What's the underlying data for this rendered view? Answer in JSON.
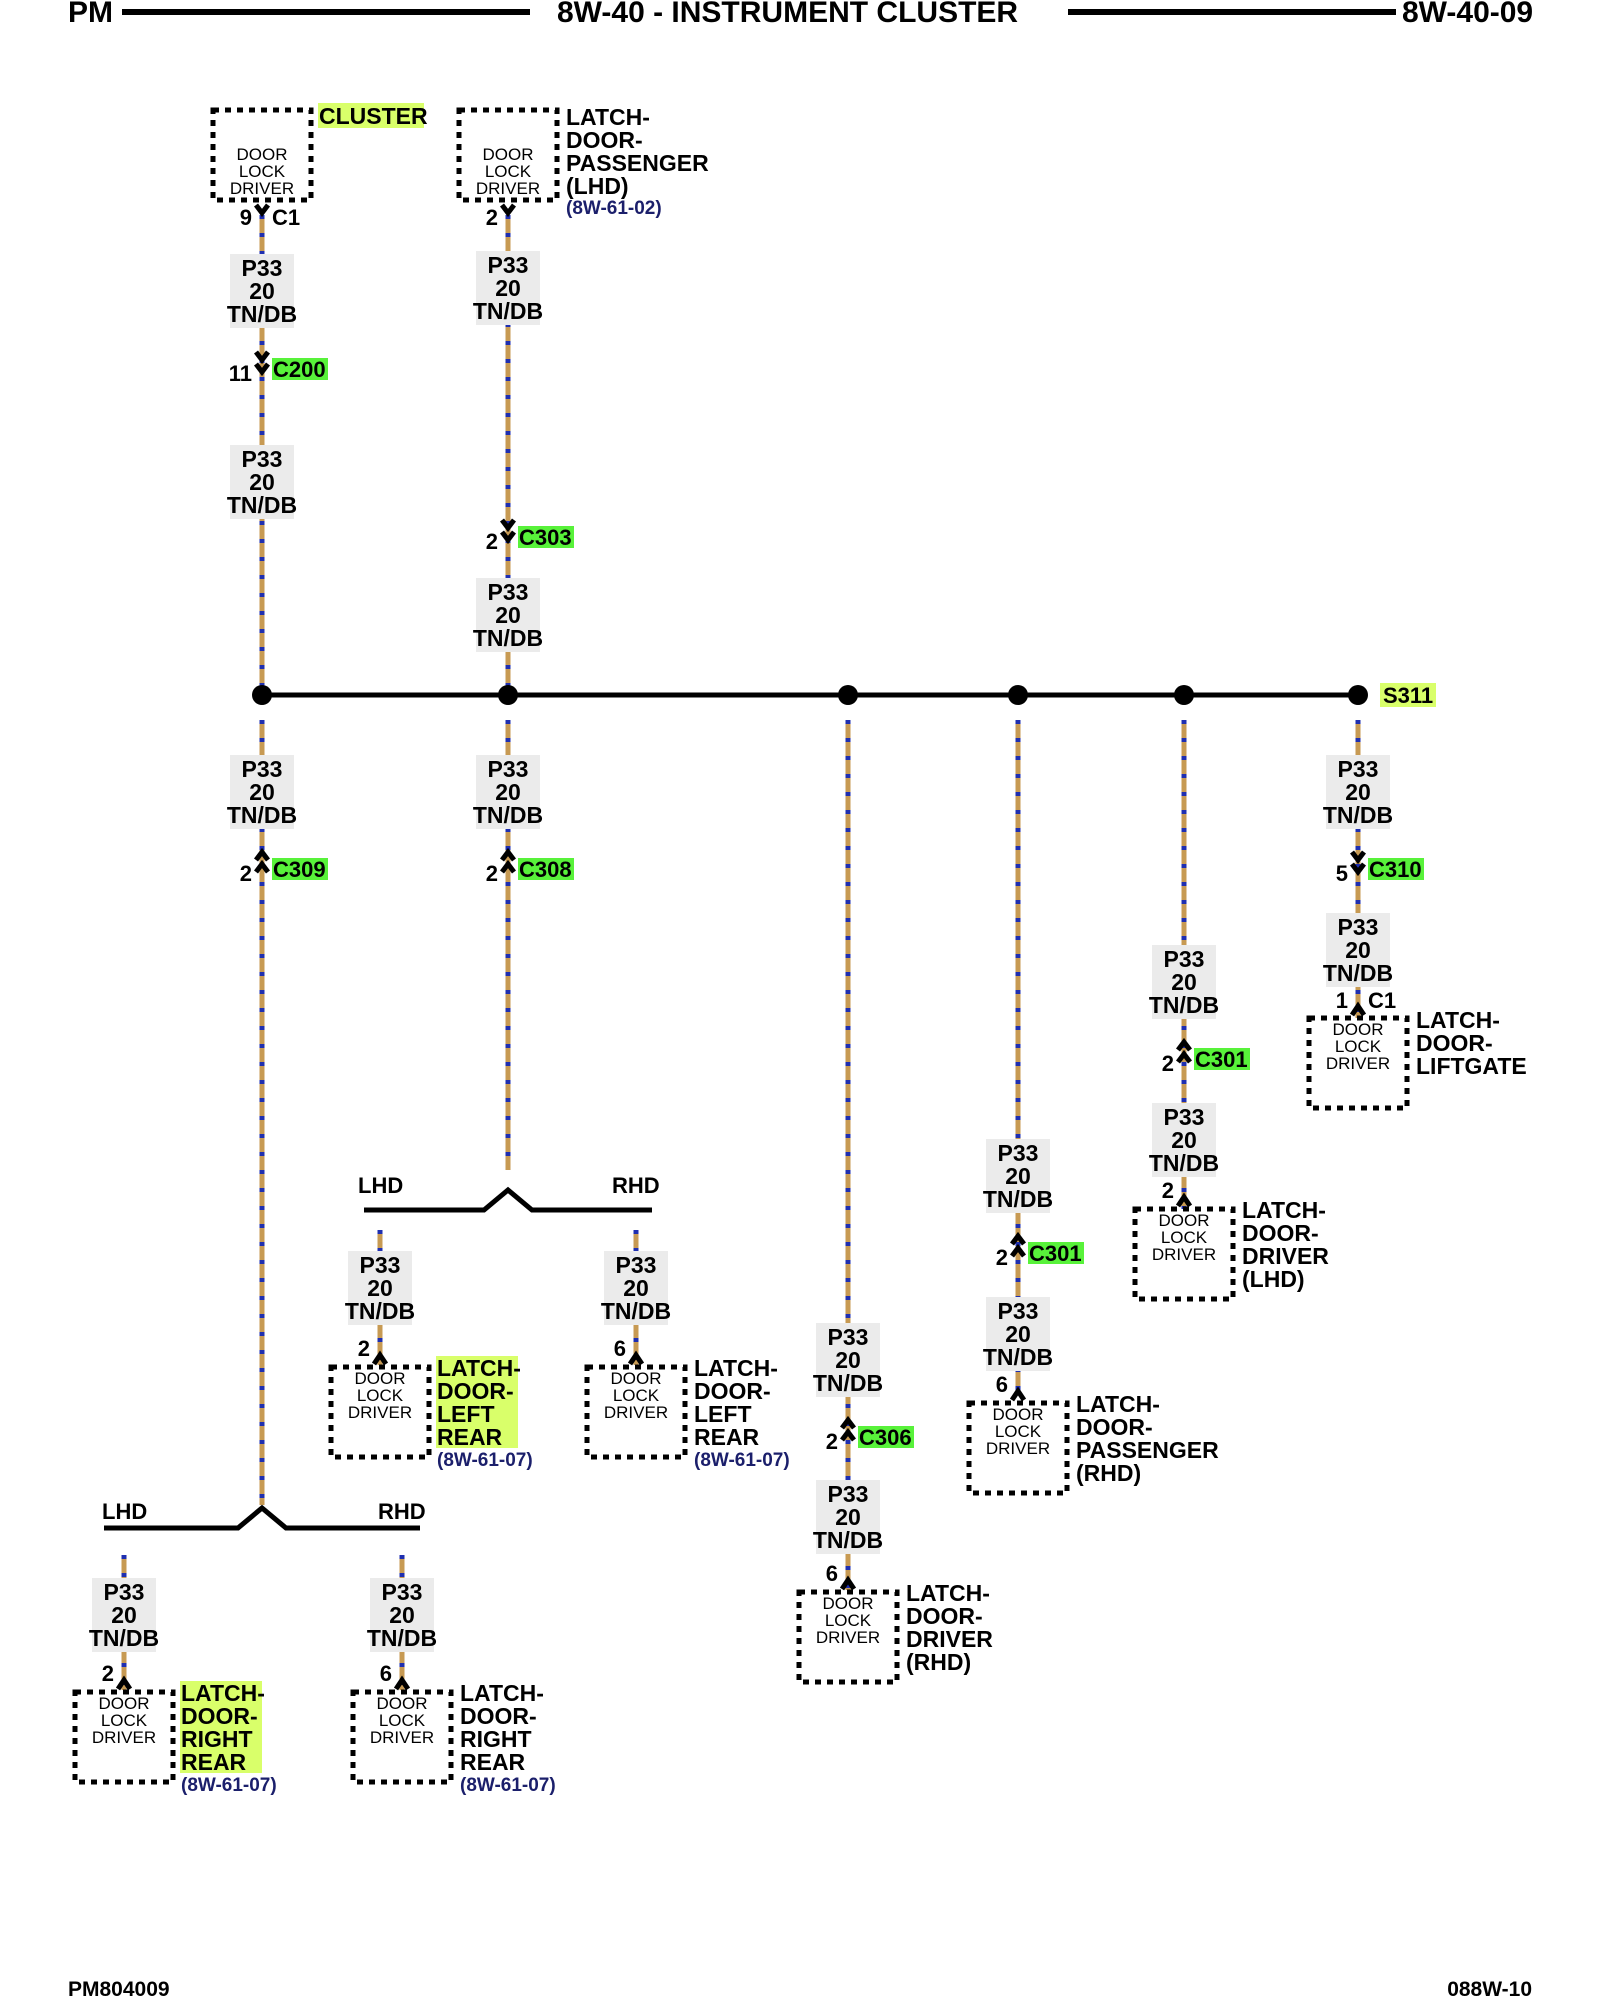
{
  "header": {
    "left": "PM",
    "title": "8W-40 - INSTRUMENT CLUSTER",
    "right": "8W-40-09"
  },
  "footer": {
    "left": "PM804009",
    "right": "088W-10"
  },
  "component_box_text": [
    "DOOR",
    "LOCK",
    "DRIVER"
  ],
  "wire": {
    "circuit": "P33",
    "gauge": "20",
    "color": "TN/DB",
    "colors": {
      "base": "#c79a53",
      "tracer": "#1f2fb0"
    }
  },
  "splice": {
    "name": "S311"
  },
  "branch_labels": {
    "lhd": "LHD",
    "rhd": "RHD"
  },
  "highlight_colors": {
    "component": "#d9ff6a",
    "connector": "#58f23a"
  },
  "components": {
    "cluster": {
      "name": [
        "CLUSTER"
      ],
      "pin": "9",
      "connector": "C1"
    },
    "latch_door_passenger_lhd": {
      "name": [
        "LATCH-",
        "DOOR-",
        "PASSENGER",
        "(LHD)"
      ],
      "ref": "(8W-61-02)",
      "pin": "2"
    },
    "latch_door_left_rear_lhd": {
      "name": [
        "LATCH-",
        "DOOR-",
        "LEFT",
        "REAR"
      ],
      "ref": "(8W-61-07)",
      "pin": "2"
    },
    "latch_door_left_rear_rhd": {
      "name": [
        "LATCH-",
        "DOOR-",
        "LEFT",
        "REAR"
      ],
      "ref": "(8W-61-07)",
      "pin": "6"
    },
    "latch_door_right_rear_lhd": {
      "name": [
        "LATCH-",
        "DOOR-",
        "RIGHT",
        "REAR"
      ],
      "ref": "(8W-61-07)",
      "pin": "2"
    },
    "latch_door_right_rear_rhd": {
      "name": [
        "LATCH-",
        "DOOR-",
        "RIGHT",
        "REAR"
      ],
      "ref": "(8W-61-07)",
      "pin": "6"
    },
    "latch_door_driver_rhd": {
      "name": [
        "LATCH-",
        "DOOR-",
        "DRIVER",
        "(RHD)"
      ],
      "pin": "6"
    },
    "latch_door_passenger_rhd": {
      "name": [
        "LATCH-",
        "DOOR-",
        "PASSENGER",
        "(RHD)"
      ],
      "pin": "6"
    },
    "latch_door_driver_lhd": {
      "name": [
        "LATCH-",
        "DOOR-",
        "DRIVER",
        "(LHD)"
      ],
      "pin": "2"
    },
    "latch_door_liftgate": {
      "name": [
        "LATCH-",
        "DOOR-",
        "LIFTGATE"
      ],
      "pin": "1",
      "connector": "C1"
    }
  },
  "connectors": {
    "c200": {
      "name": "C200",
      "pin": "11"
    },
    "c303": {
      "name": "C303",
      "pin": "2"
    },
    "c309": {
      "name": "C309",
      "pin": "2"
    },
    "c308": {
      "name": "C308",
      "pin": "2"
    },
    "c310": {
      "name": "C310",
      "pin": "5"
    },
    "c301_a": {
      "name": "C301",
      "pin": "2"
    },
    "c301_b": {
      "name": "C301",
      "pin": "2"
    },
    "c306": {
      "name": "C306",
      "pin": "2"
    }
  }
}
